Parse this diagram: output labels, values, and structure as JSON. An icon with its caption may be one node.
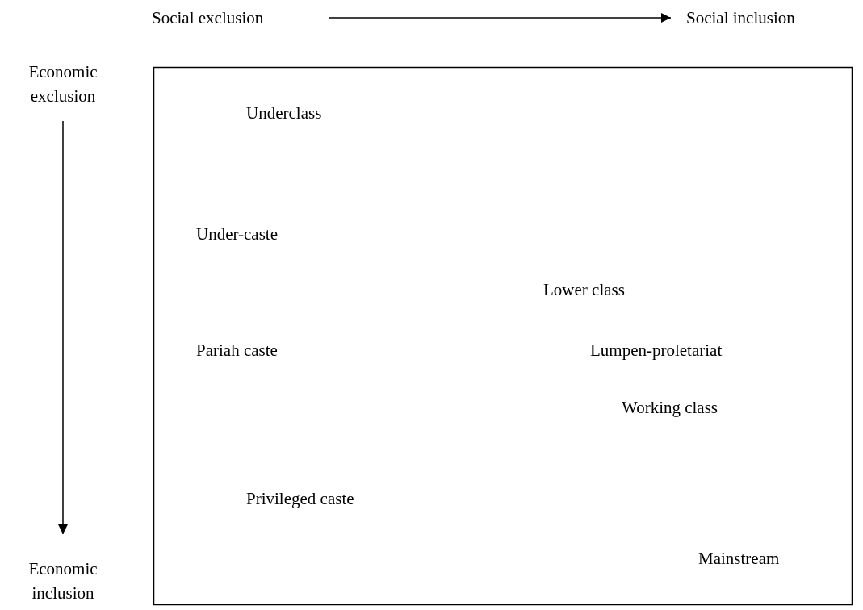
{
  "diagram": {
    "labels": [
      "Social exclusion",
      "Social inclusion",
      "Economic exclusion",
      "Economic inclusion",
      "Underclass",
      "Under-caste",
      "Lower class",
      "Pariah caste",
      "Lumpen-proletariat",
      "Working class",
      "Privileged caste",
      "Mainstream"
    ]
  }
}
